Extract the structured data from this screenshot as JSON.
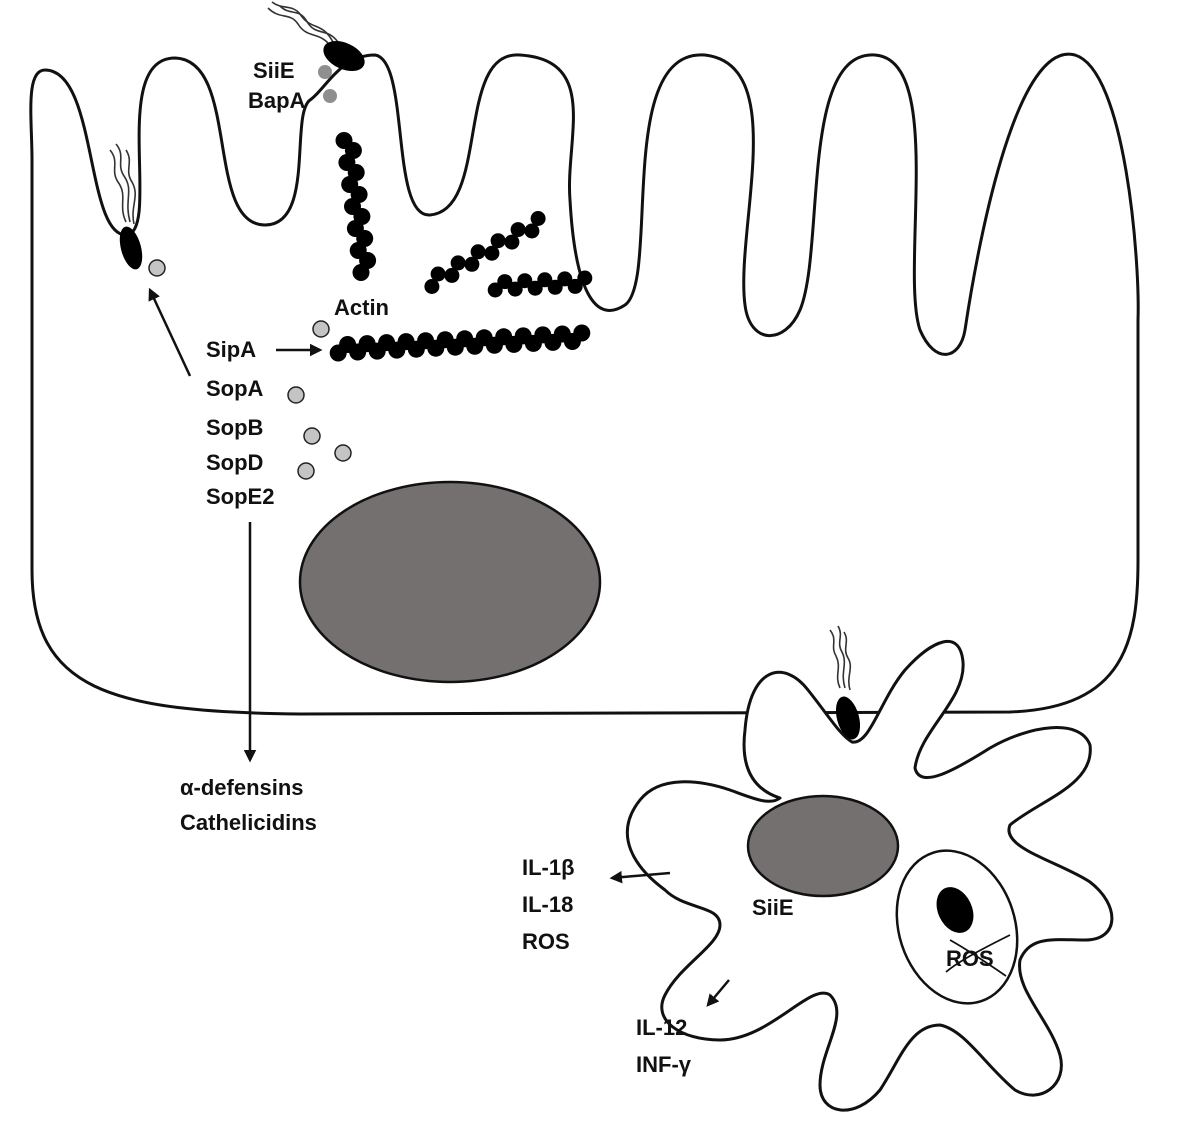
{
  "epithelial_cell": {
    "surface_proteins": [
      "SiiE",
      "BapA"
    ],
    "actin_label": "Actin",
    "effectors": [
      "SipA",
      "SopA",
      "SopB",
      "SopD",
      "SopE2"
    ],
    "secreted": [
      "α-defensins",
      "Cathelicidins"
    ]
  },
  "macrophage": {
    "secreted_left": [
      "IL-1β",
      "IL-18",
      "ROS"
    ],
    "secreted_bottom": [
      "IL-12",
      "INF-γ"
    ],
    "internal_label": "SiiE",
    "vacuole_label": "ROS"
  },
  "colors": {
    "nucleus": "#747070",
    "effector": "#c4c4c4",
    "surface_protein": "#8f8f8f",
    "bacterium": "#000000"
  }
}
